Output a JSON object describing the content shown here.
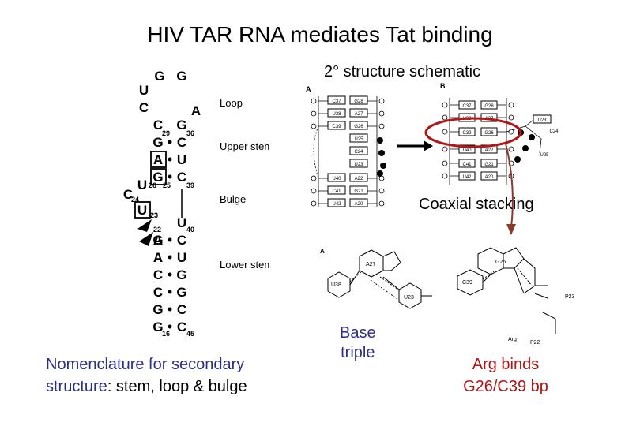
{
  "title": "HIV TAR RNA mediates Tat binding",
  "schematic_label": "2° structure schematic",
  "coaxial_label": "Coaxial stacking",
  "base_triple": {
    "line1": "Base",
    "line2": "triple"
  },
  "nomenclature": {
    "line1": "Nomenclature for secondary",
    "line2_term": "structure",
    "line2_rest": ": stem, loop & bulge"
  },
  "arg_binds": {
    "line1": "Arg binds",
    "line2": "G26/C39 bp"
  },
  "secondary_structure": {
    "loop_top": [
      "G",
      "G"
    ],
    "loop_left": [
      "U",
      "C"
    ],
    "loop_right": "A",
    "region_labels": {
      "loop": "Loop",
      "upper_stem": "Upper stem",
      "bulge": "Bulge",
      "lower_stem": "Lower stem"
    },
    "pairs": [
      {
        "l": "C",
        "r": "G"
      },
      {
        "l": "G",
        "r": "C"
      },
      {
        "l": "A",
        "r": "U"
      },
      {
        "l": "G",
        "r": "C"
      }
    ],
    "bulge": [
      "U",
      "C",
      "U"
    ],
    "lower_pairs": [
      {
        "l": "A",
        "r": "U"
      },
      {
        "l": "G",
        "r": "C"
      },
      {
        "l": "A",
        "r": "U"
      },
      {
        "l": "C",
        "r": "G"
      },
      {
        "l": "C",
        "r": "G"
      },
      {
        "l": "G",
        "r": "C"
      },
      {
        "l": "G",
        "r": "C"
      }
    ],
    "numbers": {
      "n29": "29",
      "n36": "36",
      "n26": "26",
      "n25": "25",
      "n39": "39",
      "n24": "24",
      "n23": "23",
      "n22": "22",
      "n40": "40",
      "n16": "16",
      "n45": "45"
    }
  },
  "panel_A_boxes": [
    "C37",
    "G28",
    "U38",
    "A27",
    "C39",
    "G26",
    "U25",
    "C24",
    "U23",
    "U40",
    "A22",
    "C41",
    "G21",
    "U42",
    "A20"
  ],
  "panel_B_boxes": [
    "C37",
    "G28",
    "U38",
    "A27",
    "C39",
    "G26",
    "U23",
    "C24",
    "U25",
    "U40",
    "A22",
    "C41",
    "G21",
    "U42",
    "A20"
  ],
  "panel_letters": {
    "a": "A",
    "b": "B",
    "c": "A"
  },
  "chem_labels": {
    "a27": "A27",
    "u38": "U38",
    "u23": "U23",
    "g26": "G26",
    "c39": "C39",
    "arg": "Arg",
    "p23": "P23",
    "p22": "P22"
  }
}
